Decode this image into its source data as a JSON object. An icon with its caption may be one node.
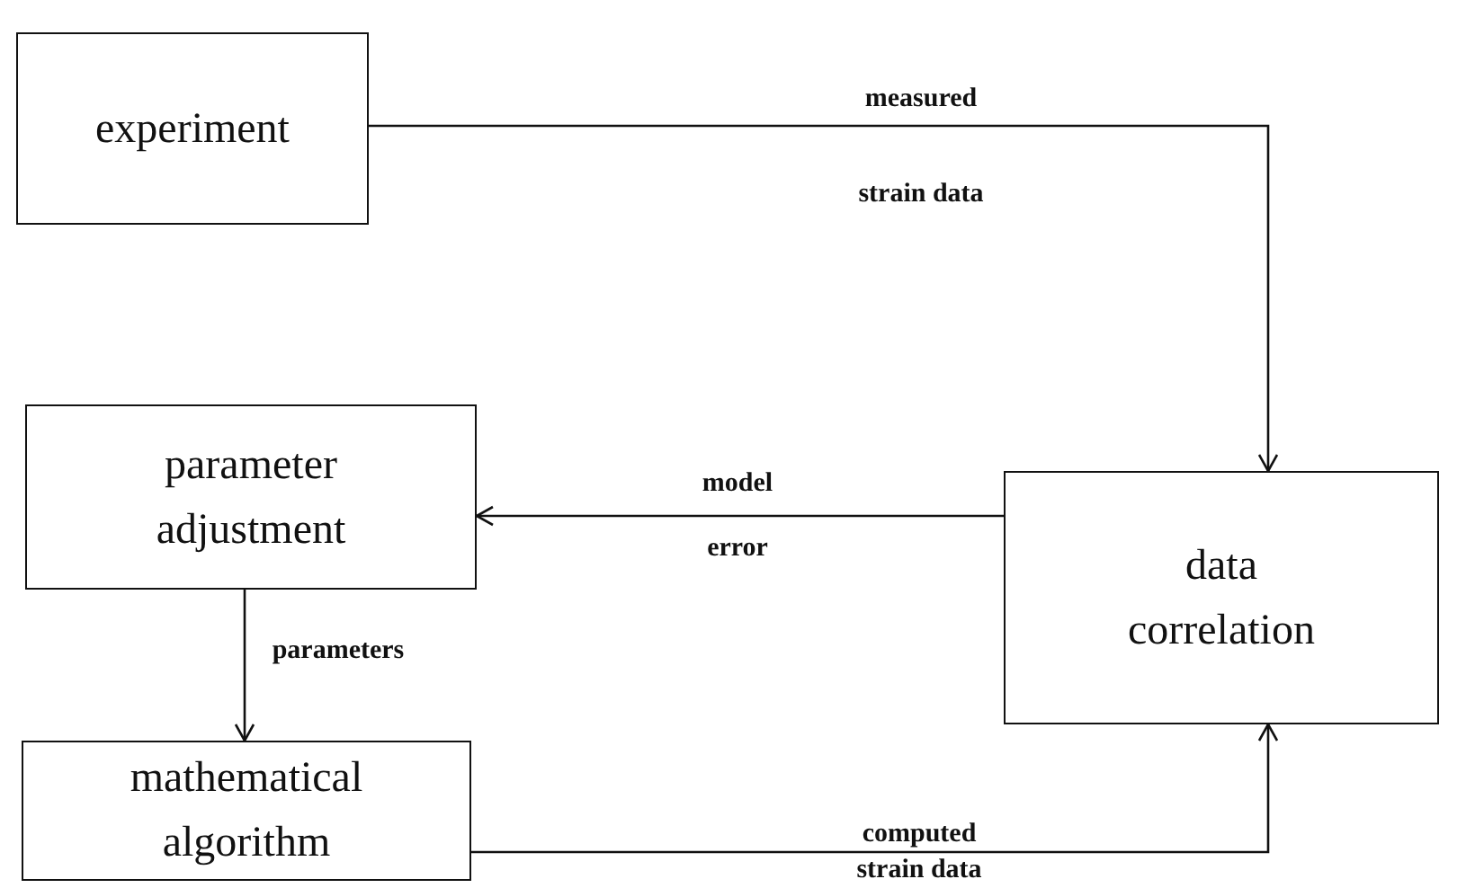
{
  "diagram": {
    "nodes": [
      {
        "text": [
          "experiment"
        ]
      },
      {
        "text": [
          "parameter adjustment"
        ]
      },
      {
        "text": [
          "data correlation"
        ]
      },
      {
        "text": [
          "mathematical algorithm"
        ]
      }
    ],
    "edges": [
      {
        "from": 0,
        "to": 2,
        "arrow": "to",
        "label": "measured strain data"
      },
      {
        "from": 2,
        "to": 1,
        "arrow": "to",
        "label": "model error"
      },
      {
        "from": 1,
        "to": 3,
        "arrow": "to",
        "label": "parameters"
      },
      {
        "from": 3,
        "to": 2,
        "arrow": "to",
        "label": "computed strain data"
      }
    ]
  }
}
